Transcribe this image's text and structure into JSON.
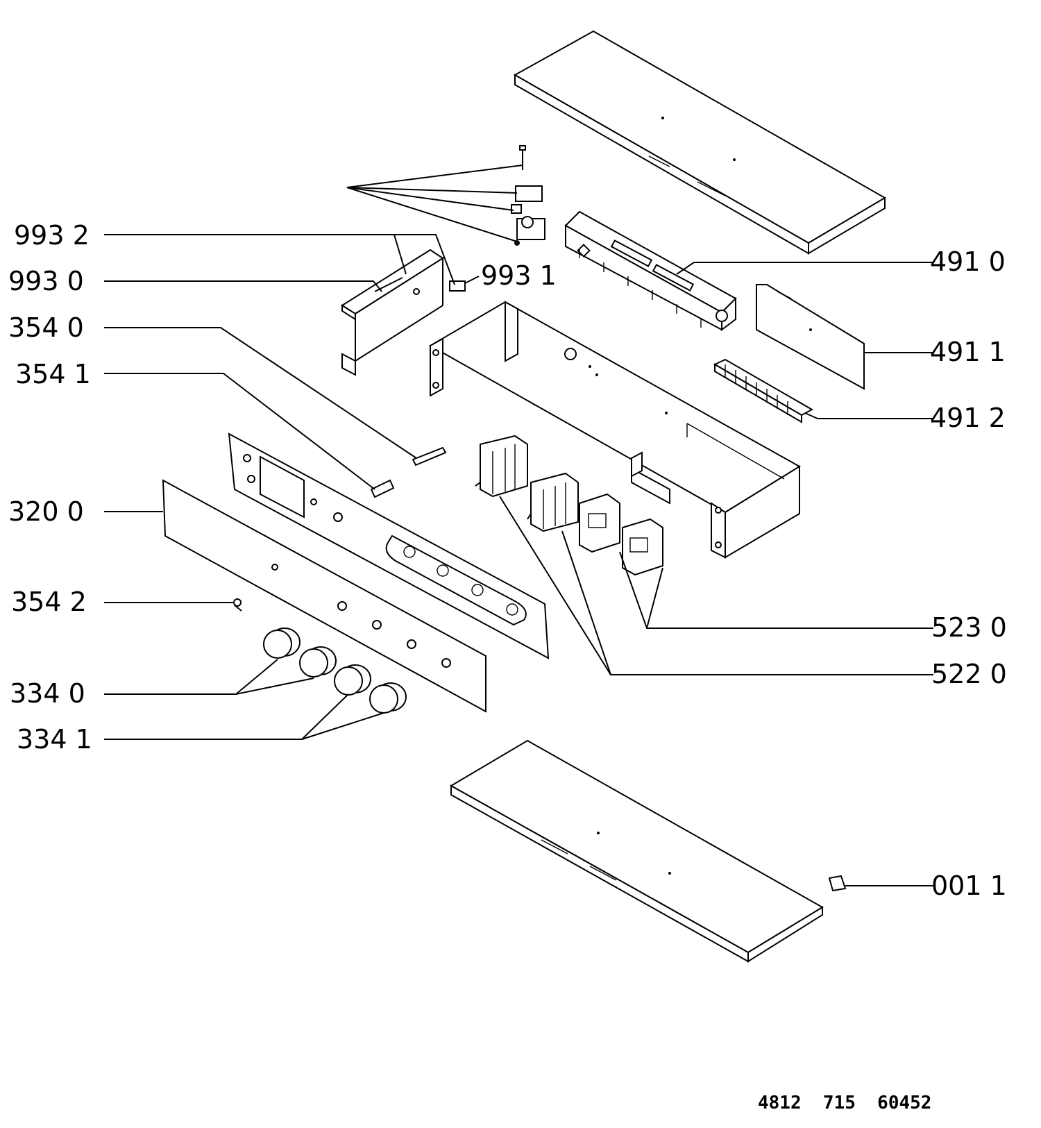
{
  "labels": {
    "l_993_2": "993  2",
    "l_993_0": "993  0",
    "l_354_0": "354  0",
    "l_354_1": "354  1",
    "l_320_0": "320  0",
    "l_354_2": "354  2",
    "l_334_0": "334  0",
    "l_334_1": "334  1",
    "l_993_1": "993 1",
    "l_491_0": "491  0",
    "l_491_1": "491  1",
    "l_491_2": "491  2",
    "l_523_0": "523  0",
    "l_522_0": "522  0",
    "l_001_1": "001  1"
  },
  "doc_number": "4812  715  60452"
}
